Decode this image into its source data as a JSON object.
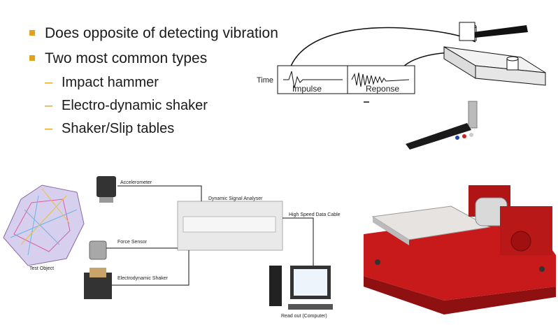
{
  "bullets": {
    "level1": [
      "Does opposite of detecting vibration",
      "Two most common types"
    ],
    "level2": [
      "Impact hammer",
      "Electro-dynamic shaker",
      "Shaker/Slip tables"
    ]
  },
  "impact_figure": {
    "time_label": "Time",
    "impulse_label": "Impulse",
    "response_label": "Reponse"
  },
  "system_diagram": {
    "accelerometer": "Accelerometer",
    "analyser": "Dynamic Signal Analyser",
    "cable": "High Speed Data Cable",
    "force_sensor": "Force Sensor",
    "test_object": "Test Object",
    "shaker": "Electrodynamic Shaker",
    "readout": "Read out (Computer)"
  },
  "colors": {
    "bullet_accent": "#e2a21a",
    "shaker_red": "#c81a1a"
  }
}
